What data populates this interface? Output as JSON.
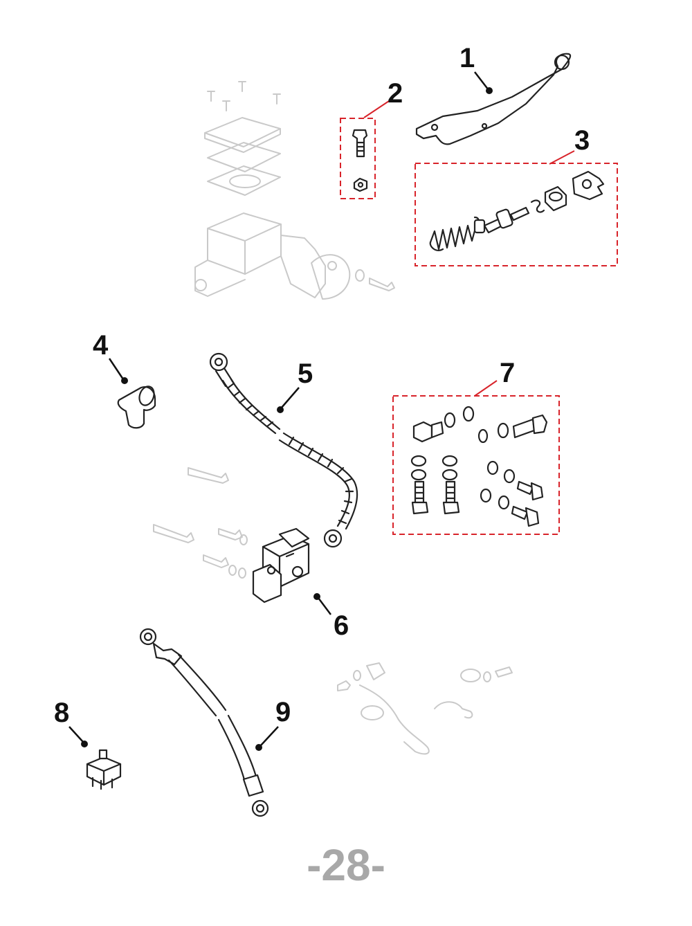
{
  "callouts": [
    {
      "id": "1",
      "label": "1"
    },
    {
      "id": "2",
      "label": "2"
    },
    {
      "id": "3",
      "label": "3"
    },
    {
      "id": "4",
      "label": "4"
    },
    {
      "id": "5",
      "label": "5"
    },
    {
      "id": "6",
      "label": "6"
    },
    {
      "id": "7",
      "label": "7"
    },
    {
      "id": "8",
      "label": "8"
    },
    {
      "id": "9",
      "label": "9"
    }
  ],
  "page": {
    "number": "-28-"
  },
  "colors": {
    "callout_box": "#d8232a",
    "ghost_parts": "#c9c9c9",
    "page_number": "#a8a8a8"
  }
}
